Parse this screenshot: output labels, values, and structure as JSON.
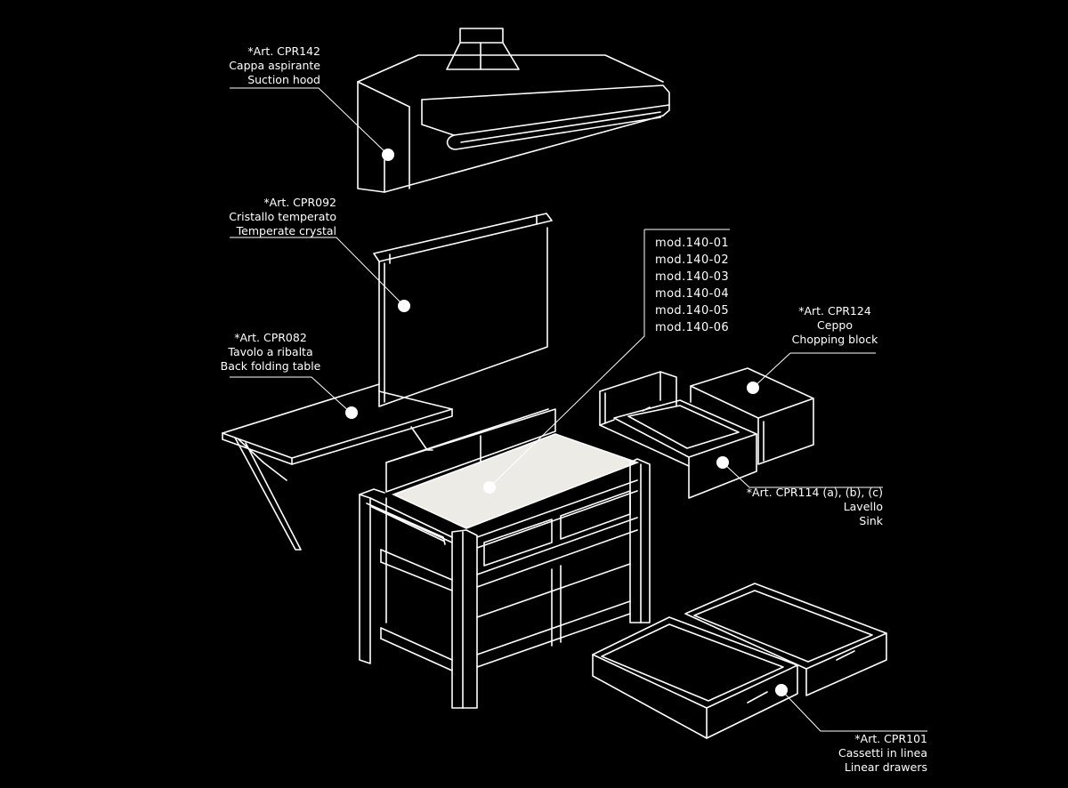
{
  "colors": {
    "background": "#000000",
    "line": "#ffffff",
    "top_surface": "#ecebe6"
  },
  "callouts": {
    "hood": {
      "code": "*Art. CPR142",
      "name_it": "Cappa aspirante",
      "name_en": "Suction hood"
    },
    "crystal": {
      "code": "*Art. CPR092",
      "name_it": "Cristallo temperato",
      "name_en": "Temperate crystal"
    },
    "table": {
      "code": "*Art. CPR082",
      "name_it": "Tavolo a ribalta",
      "name_en": "Back folding table"
    },
    "block": {
      "code": "*Art. CPR124",
      "name_it": "Ceppo",
      "name_en": "Chopping block"
    },
    "sink": {
      "code": "*Art. CPR114 (a), (b), (c)",
      "name_it": "Lavello",
      "name_en": "Sink"
    },
    "drawers": {
      "code": "*Art. CPR101",
      "name_it": "Cassetti in linea",
      "name_en": "Linear drawers"
    }
  },
  "models": [
    "mod.140-01",
    "mod.140-02",
    "mod.140-03",
    "mod.140-04",
    "mod.140-05",
    "mod.140-06"
  ]
}
